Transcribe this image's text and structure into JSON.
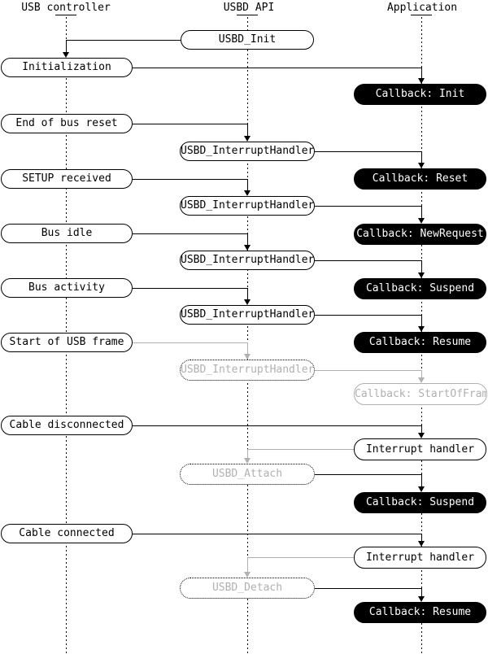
{
  "diagram": {
    "lanes": [
      {
        "id": "usb-controller",
        "label": "USB controller"
      },
      {
        "id": "usbd-api",
        "label": "USBD API"
      },
      {
        "id": "application",
        "label": "Application"
      }
    ],
    "colors": {
      "line": "#000000",
      "ghost": "#b0b0b0",
      "callback_bg": "#000000",
      "callback_text": "#ffffff"
    },
    "nodes": [
      {
        "label": "USBD_Init",
        "lane": "usbd-api",
        "style": "solid"
      },
      {
        "label": "Initialization",
        "lane": "usb-controller",
        "style": "solid"
      },
      {
        "label": "Callback: Init",
        "lane": "application",
        "style": "callback"
      },
      {
        "label": "End of bus reset",
        "lane": "usb-controller",
        "style": "solid"
      },
      {
        "label": "USBD_InterruptHandler",
        "lane": "usbd-api",
        "style": "solid"
      },
      {
        "label": "SETUP received",
        "lane": "usb-controller",
        "style": "solid"
      },
      {
        "label": "Callback: Reset",
        "lane": "application",
        "style": "callback"
      },
      {
        "label": "USBD_InterruptHandler",
        "lane": "usbd-api",
        "style": "solid"
      },
      {
        "label": "Bus idle",
        "lane": "usb-controller",
        "style": "solid"
      },
      {
        "label": "Callback: NewRequest",
        "lane": "application",
        "style": "callback"
      },
      {
        "label": "USBD_InterruptHandler",
        "lane": "usbd-api",
        "style": "solid"
      },
      {
        "label": "Bus activity",
        "lane": "usb-controller",
        "style": "solid"
      },
      {
        "label": "Callback: Suspend",
        "lane": "application",
        "style": "callback"
      },
      {
        "label": "USBD_InterruptHandler",
        "lane": "usbd-api",
        "style": "solid"
      },
      {
        "label": "Start of USB frame",
        "lane": "usb-controller",
        "style": "solid"
      },
      {
        "label": "Callback: Resume",
        "lane": "application",
        "style": "callback"
      },
      {
        "label": "USBD_InterruptHandler",
        "lane": "usbd-api",
        "style": "ghost"
      },
      {
        "label": "Callback: StartOfFrame",
        "lane": "application",
        "style": "callback-ghost"
      },
      {
        "label": "Cable disconnected",
        "lane": "usb-controller",
        "style": "solid"
      },
      {
        "label": "Interrupt handler",
        "lane": "application",
        "style": "solid"
      },
      {
        "label": "USBD_Attach",
        "lane": "usbd-api",
        "style": "ghost"
      },
      {
        "label": "Callback: Suspend",
        "lane": "application",
        "style": "callback"
      },
      {
        "label": "Cable connected",
        "lane": "usb-controller",
        "style": "solid"
      },
      {
        "label": "Interrupt handler",
        "lane": "application",
        "style": "solid"
      },
      {
        "label": "USBD_Detach",
        "lane": "usbd-api",
        "style": "ghost"
      },
      {
        "label": "Callback: Resume",
        "lane": "application",
        "style": "callback"
      }
    ]
  }
}
